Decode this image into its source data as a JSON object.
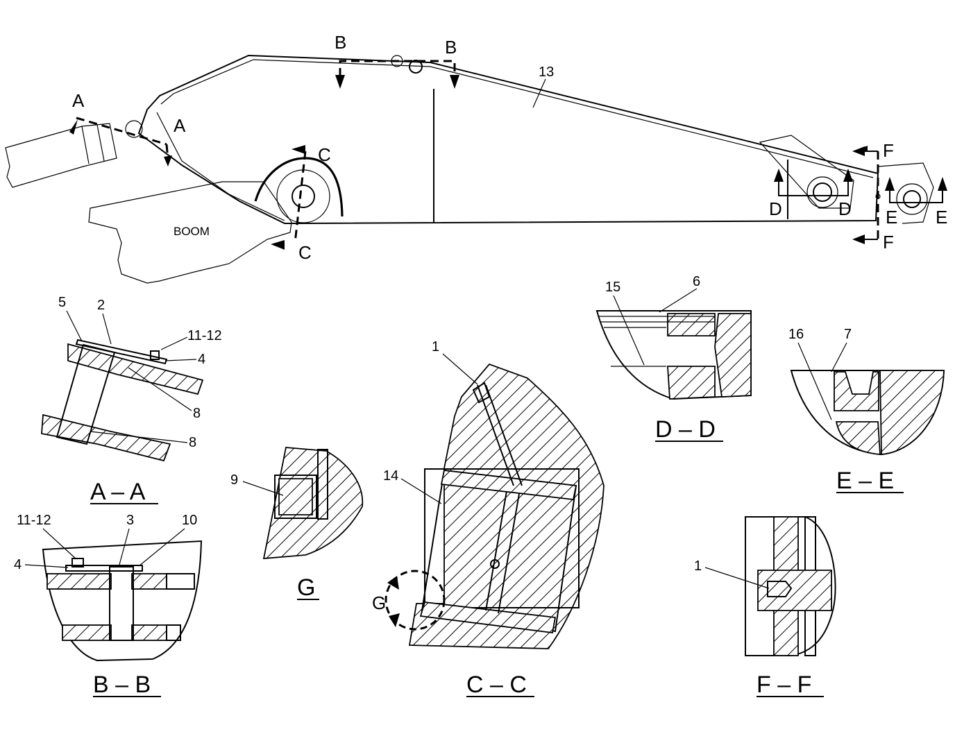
{
  "main_view": {
    "boom_label": "BOOM",
    "arm_ref": "13",
    "section_markers": {
      "a": "A",
      "b": "B",
      "c": "C",
      "d": "D",
      "e": "E",
      "f": "F"
    }
  },
  "section_aa": {
    "title": "A – A",
    "callouts": [
      "5",
      "2",
      "11-12",
      "4",
      "8",
      "8"
    ]
  },
  "section_bb": {
    "title": "B – B",
    "callouts": [
      "11-12",
      "3",
      "10",
      "4"
    ]
  },
  "section_cc": {
    "title": "C – C",
    "callouts": [
      "1",
      "14"
    ],
    "detail_marker": "G"
  },
  "detail_g": {
    "title": "G",
    "callouts": [
      "9"
    ]
  },
  "section_dd": {
    "title": "D – D",
    "callouts": [
      "15",
      "6"
    ]
  },
  "section_ee": {
    "title": "E – E",
    "callouts": [
      "16",
      "7"
    ]
  },
  "section_ff": {
    "title": "F – F",
    "callouts": [
      "1"
    ]
  }
}
